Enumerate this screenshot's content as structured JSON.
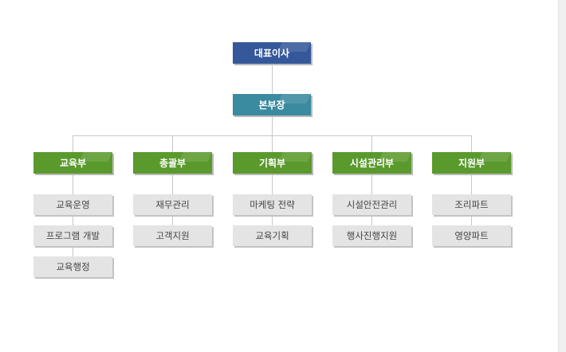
{
  "ceo": "대표이사",
  "headquarters": "본부장",
  "departments": [
    {
      "name": "교육부",
      "teams": [
        "교육운영",
        "프로그램 개발",
        "교육행정"
      ]
    },
    {
      "name": "총괄부",
      "teams": [
        "재무관리",
        "고객지원"
      ]
    },
    {
      "name": "기획부",
      "teams": [
        "마케팅 전략",
        "교육기획"
      ]
    },
    {
      "name": "시설관리부",
      "teams": [
        "시설안전관리",
        "행사진행지원"
      ]
    },
    {
      "name": "지원부",
      "teams": [
        "조리파트",
        "영양파트"
      ]
    }
  ],
  "colors": {
    "ceo": "#34589a",
    "headquarters": "#3a8aa0",
    "department": "#5a9a2d",
    "team": "#e4e4e4"
  }
}
